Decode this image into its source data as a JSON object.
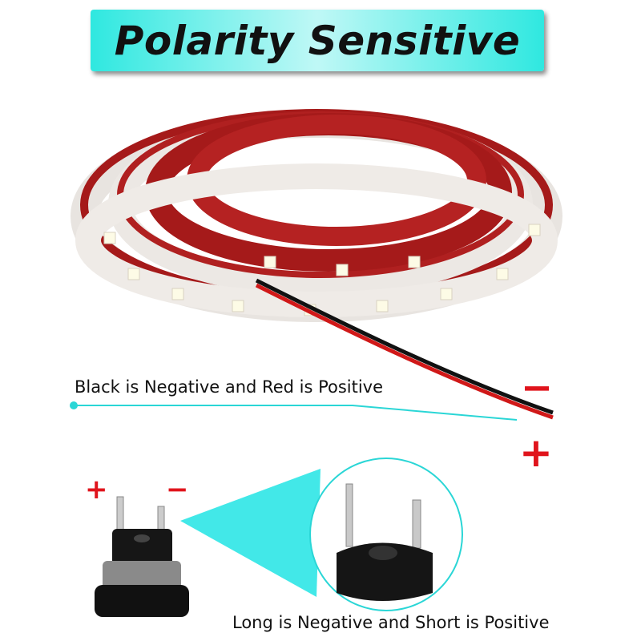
{
  "title": "Polarity Sensitive",
  "strip_caption": "Black is Negative and Red is Positive",
  "jack_caption": "Long is Negative and Short is Positive",
  "wire_signs": {
    "negative": "−",
    "positive": "+"
  },
  "jack_signs": {
    "positive": "+",
    "negative": "−"
  },
  "colors": {
    "accent": "#2fe8e0",
    "sign": "#e0141c",
    "tape": "#a51a1a"
  }
}
